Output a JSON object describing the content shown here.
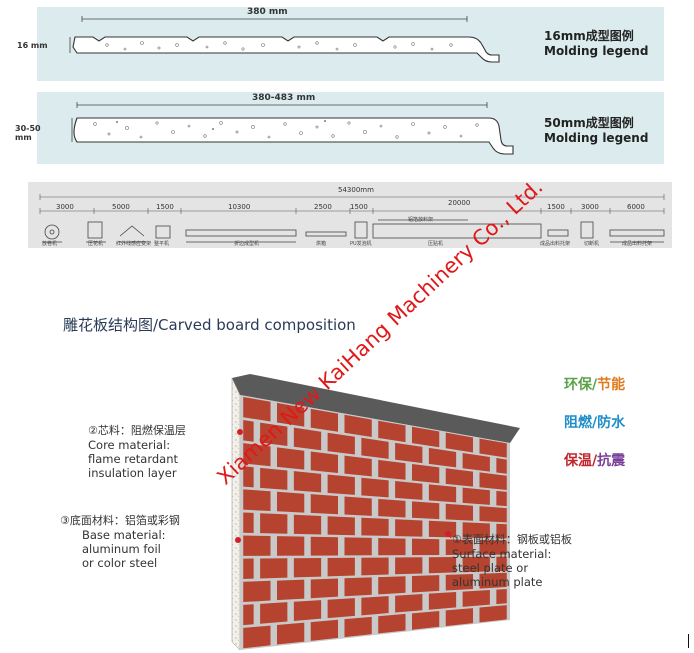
{
  "profile_16mm": {
    "width_label": "380 mm",
    "thickness_label": "16 mm",
    "legend_cn": "16mm成型图例",
    "legend_en": "Molding legend"
  },
  "profile_50mm": {
    "width_label": "380-483 mm",
    "thickness_label_1": "30-50",
    "thickness_label_2": "mm",
    "legend_cn": "50mm成型图例",
    "legend_en": "Molding legend"
  },
  "production_line": {
    "total_length": "54300mm",
    "segments": [
      "3000",
      "5000",
      "1500",
      "10300",
      "2500",
      "1500",
      "20000",
      "1500",
      "3000",
      "6000"
    ],
    "machines": [
      "放卷机",
      "压花机",
      "红外线感应变架",
      "整平机",
      "折边成型机",
      "烘箱",
      "PU发泡机",
      "压贴机",
      "成品出料托架",
      "切断机",
      "成品出料托架"
    ],
    "upper_label": "铝箔放料架"
  },
  "title": "雕花板结构图/Carved board composition",
  "callouts": {
    "core": {
      "cn": "②芯料：阻燃保温层",
      "en1": "Core material:",
      "en2": "flame retardant",
      "en3": "insulation layer"
    },
    "base": {
      "cn": "③底面材料：铝箔或彩钢",
      "en1": "Base material:",
      "en2": "aluminum foil",
      "en3": "or color steel"
    },
    "surface": {
      "cn": "①表面材料：钢板或铝板",
      "en1": "Surface material:",
      "en2": "steel plate or",
      "en3": "aluminum plate"
    }
  },
  "features": [
    {
      "part1": "环保/",
      "part2": "节能",
      "color1": "#5aa24a",
      "color2": "#e07a1e"
    },
    {
      "part1": "阻燃/",
      "part2": "防水",
      "color1": "#1e8ec9",
      "color2": "#1e8ec9"
    },
    {
      "part1": "保温/",
      "part2": "抗震",
      "color1": "#c0272d",
      "color2": "#7a3f98"
    }
  ],
  "watermark": "Xiamen New KaiHang Machinery Co., Ltd.",
  "colors": {
    "panel_bg": "#dcecee",
    "brick": "#b5432f",
    "mortar": "#c9c9c9",
    "watermark": "#e01818"
  }
}
